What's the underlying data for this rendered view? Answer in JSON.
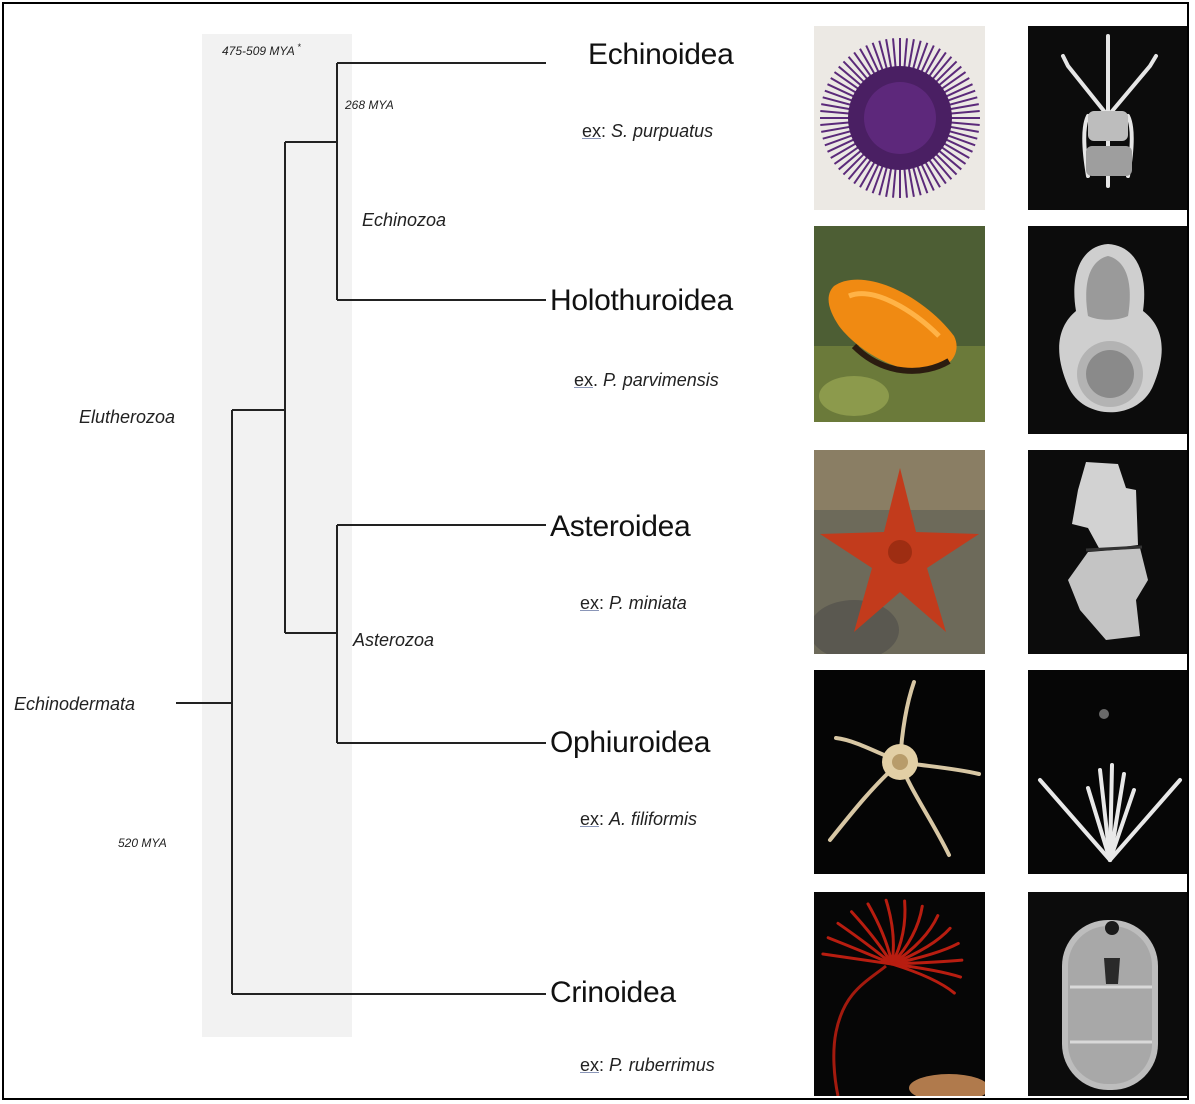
{
  "times": {
    "echinoidea_split": "475-509 MYA",
    "echinozoa_split": "268 MYA",
    "root": "520 MYA",
    "asterisk": "*"
  },
  "clades": {
    "echinodermata": "Echinodermata",
    "eleutherozoa": "Elutherozoa",
    "echinozoa": "Echinozoa",
    "asterozoa": "Asterozoa"
  },
  "taxa": [
    {
      "name": "Echinoidea",
      "ex_prefix": "ex",
      "example": "S. purpuatus",
      "photo_icon": "sea-urchin",
      "sem_icon": "echinoid-larva-sem"
    },
    {
      "name": "Holothuroidea",
      "ex_prefix": "ex",
      "example": "P. parvimensis",
      "photo_icon": "sea-cucumber",
      "sem_icon": "holothuroid-larva-sem"
    },
    {
      "name": "Asteroidea",
      "ex_prefix": "ex",
      "example": "P. miniata",
      "photo_icon": "sea-star",
      "sem_icon": "asteroid-larva-sem"
    },
    {
      "name": "Ophiuroidea",
      "ex_prefix": "ex",
      "example": "A. filiformis",
      "photo_icon": "brittle-star",
      "sem_icon": "ophiuroid-larva-sem"
    },
    {
      "name": "Crinoidea",
      "ex_prefix": "ex",
      "example": "P. ruberrimus",
      "photo_icon": "feather-star",
      "sem_icon": "crinoid-larva-sem"
    }
  ]
}
